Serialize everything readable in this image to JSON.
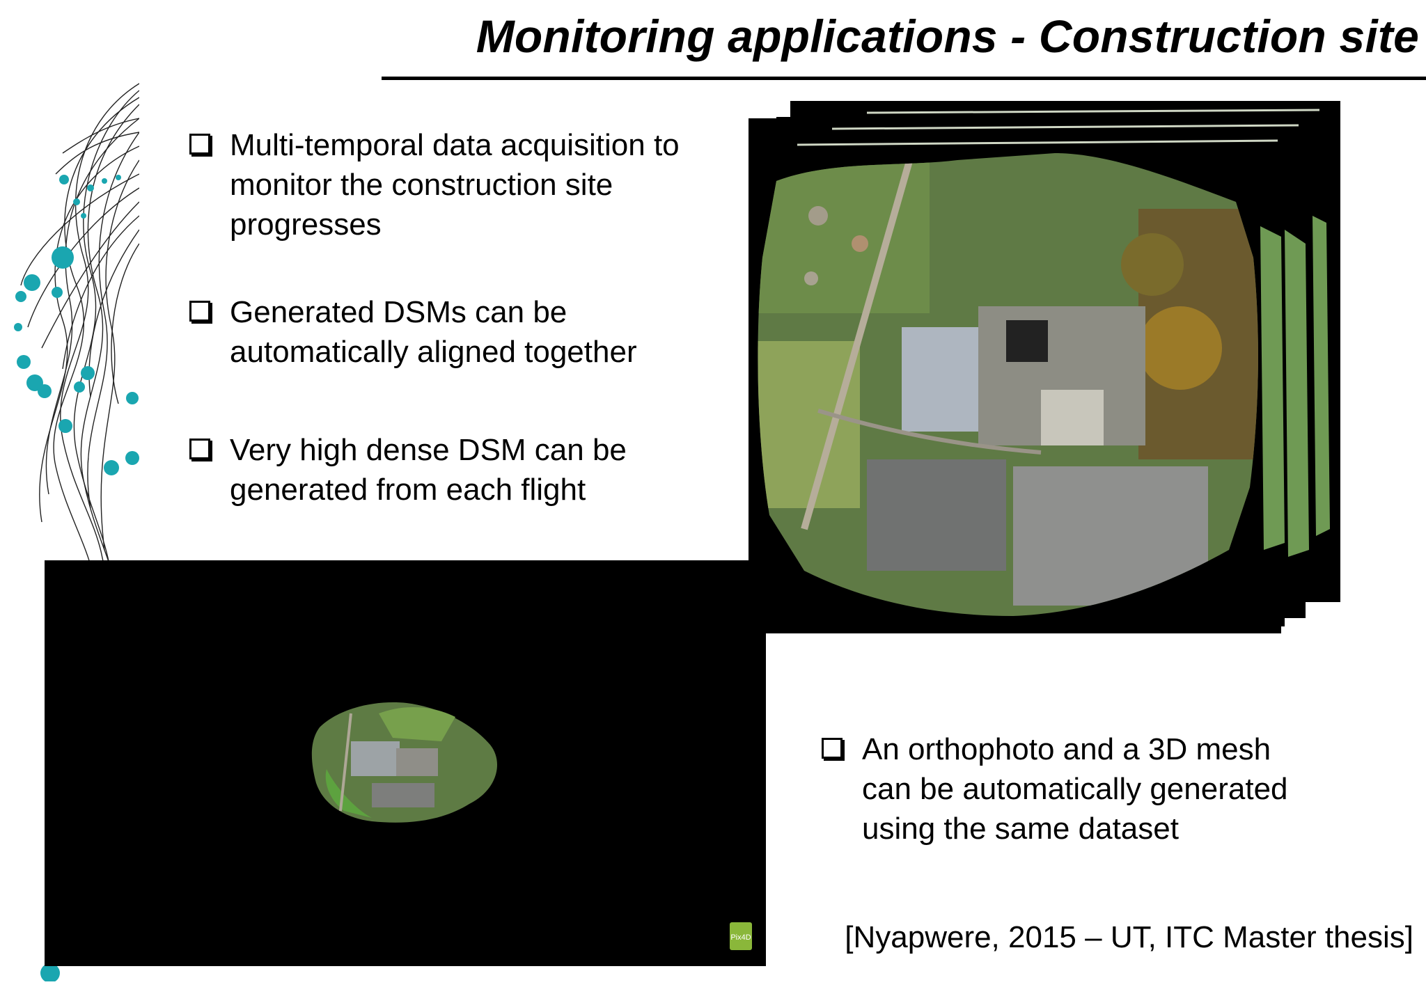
{
  "slide": {
    "title": "Monitoring applications - Construction site",
    "bullets": [
      "Multi-temporal data acquisition to\nmonitor the construction site\nprogresses",
      "Generated DSMs can be\nautomatically aligned together",
      "Very high dense DSM can be\ngenerated from each flight",
      "An orthophoto and a 3D mesh\ncan be automatically generated\nusing the same dataset"
    ],
    "citation": "[Nyapwere, 2015 – UT, ITC Master thesis]",
    "logo_text": "Pix4D"
  },
  "colors": {
    "accent": "#1aa6b0",
    "panel": "#000000",
    "text": "#000000"
  },
  "icons": {
    "bullet": "checkbox-square-icon",
    "decoration": "network-tree-decoration"
  }
}
